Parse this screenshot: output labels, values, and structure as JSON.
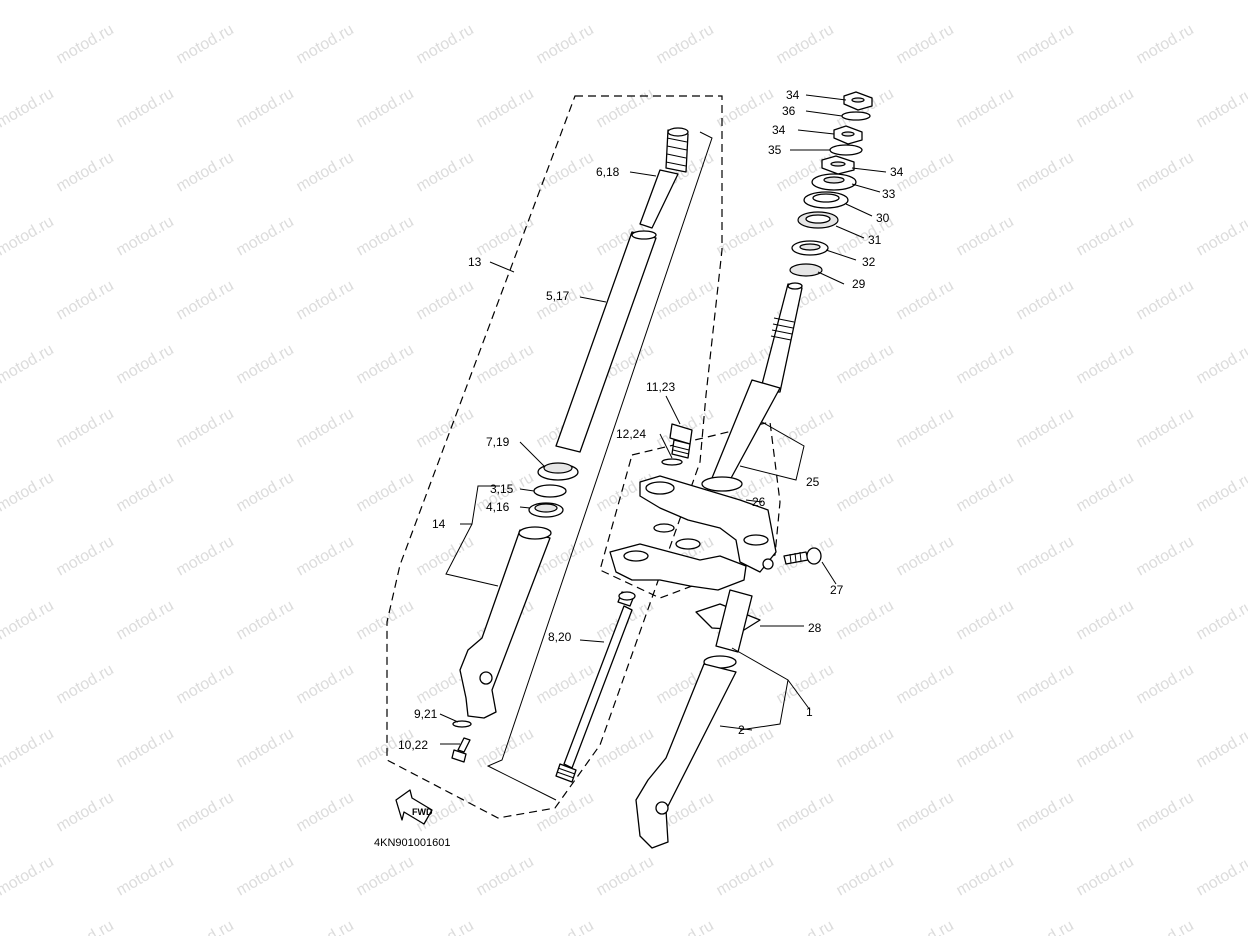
{
  "watermark": "motod.ru",
  "diagram_code": "4KN901001601",
  "fwd_label": "FWD",
  "callouts": {
    "c34a": "34",
    "c36": "36",
    "c34b": "34",
    "c35": "35",
    "c34c": "34",
    "c33": "33",
    "c30": "30",
    "c31": "31",
    "c32": "32",
    "c29": "29",
    "c618": "6,18",
    "c13": "13",
    "c517": "5,17",
    "c1123": "11,23",
    "c1224": "12,24",
    "c719": "7,19",
    "c315": "3,15",
    "c416": "4,16",
    "c14": "14",
    "c25": "25",
    "c26": "26",
    "c27": "27",
    "c28": "28",
    "c820": "8,20",
    "c1": "1",
    "c2": "2",
    "c921": "9,21",
    "c1022": "10,22"
  }
}
